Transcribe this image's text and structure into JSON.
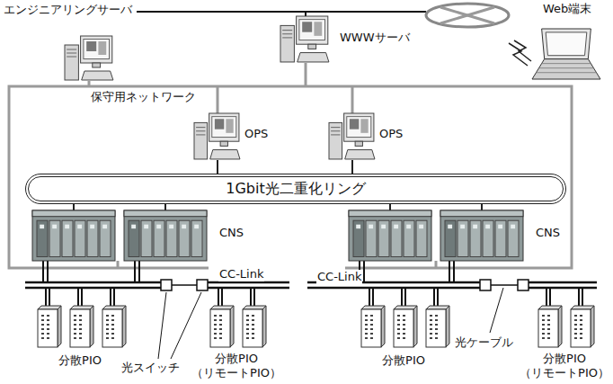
{
  "diagram": {
    "nodes": [
      {
        "text": [
          "エンジニアリングサーバ"
        ]
      },
      {
        "text": [
          "WWWサーバ"
        ]
      },
      {
        "text": [
          "Web端末"
        ]
      },
      {
        "text": [
          "OPS"
        ]
      },
      {
        "text": [
          "OPS"
        ]
      },
      {
        "text": [
          "1Gbit光二重化リング"
        ]
      },
      {
        "text": [
          "CNS"
        ]
      },
      {
        "text": [
          "CNS"
        ]
      },
      {
        "text": [
          "分散PIO"
        ]
      },
      {
        "text": [
          "分散PIO （リモートPIO）"
        ]
      },
      {
        "text": [
          "分散PIO"
        ]
      },
      {
        "text": [
          "分散PIO （リモートPIO）"
        ]
      }
    ],
    "edges": [
      {
        "from": 3,
        "to": 5,
        "arrow": "none"
      },
      {
        "from": 4,
        "to": 5,
        "arrow": "none"
      },
      {
        "from": 5,
        "to": 6,
        "arrow": "none"
      },
      {
        "from": 5,
        "to": 7,
        "arrow": "none"
      }
    ],
    "labels": [
      "保守用ネットワーク",
      "CC-Link",
      "CC-Link",
      "光スイッチ",
      "光ケーブル"
    ]
  }
}
